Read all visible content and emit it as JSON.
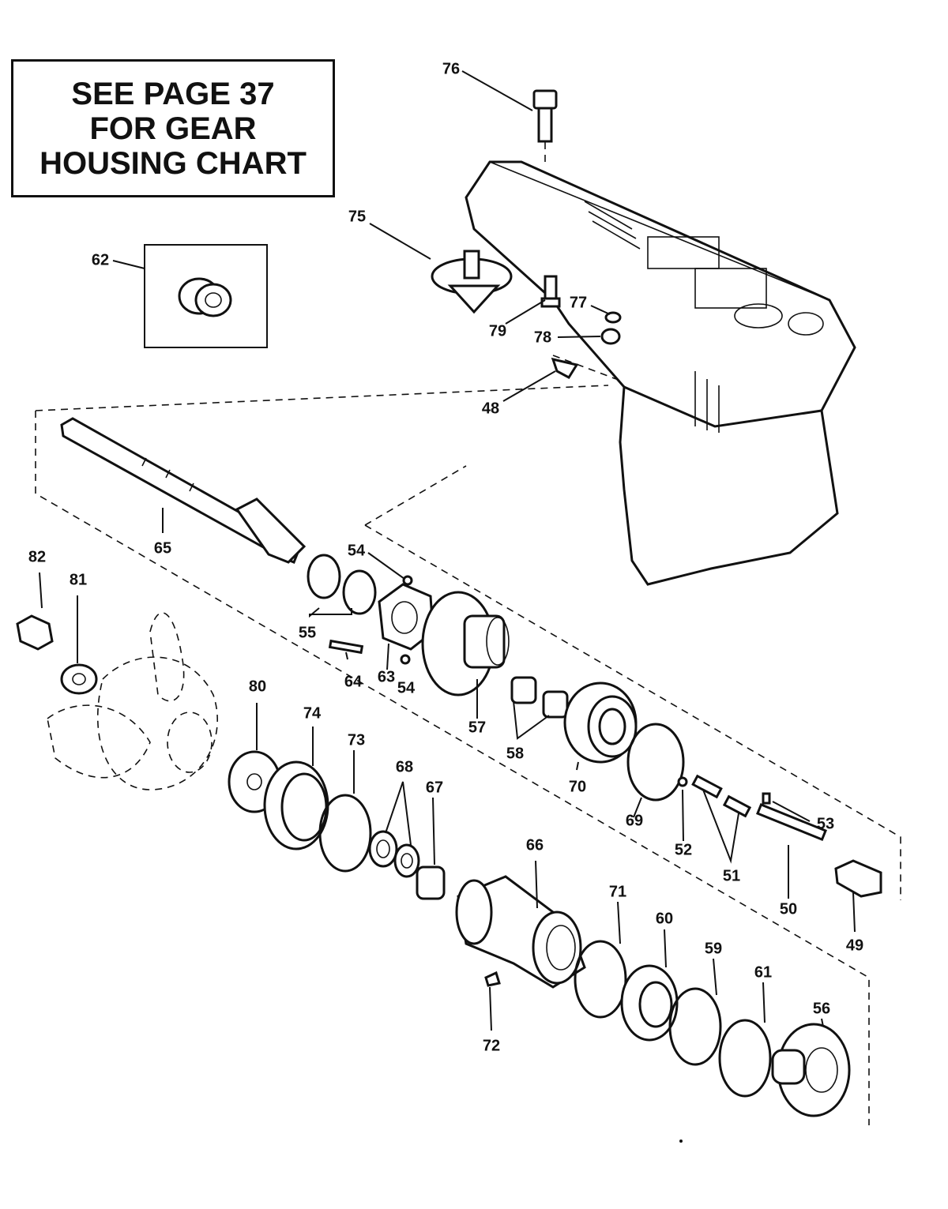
{
  "note": {
    "lines": [
      "SEE PAGE 37",
      "FOR GEAR",
      "HOUSING CHART"
    ]
  },
  "callouts": [
    "76",
    "75",
    "62",
    "79",
    "77",
    "78",
    "48",
    "65",
    "54",
    "82",
    "81",
    "55",
    "64",
    "63",
    "54",
    "57",
    "58",
    "80",
    "74",
    "73",
    "68",
    "67",
    "70",
    "69",
    "52",
    "51",
    "53",
    "50",
    "49",
    "66",
    "71",
    "60",
    "59",
    "61",
    "56",
    "72"
  ],
  "colors": {
    "ink": "#111111",
    "paper": "#ffffff"
  }
}
